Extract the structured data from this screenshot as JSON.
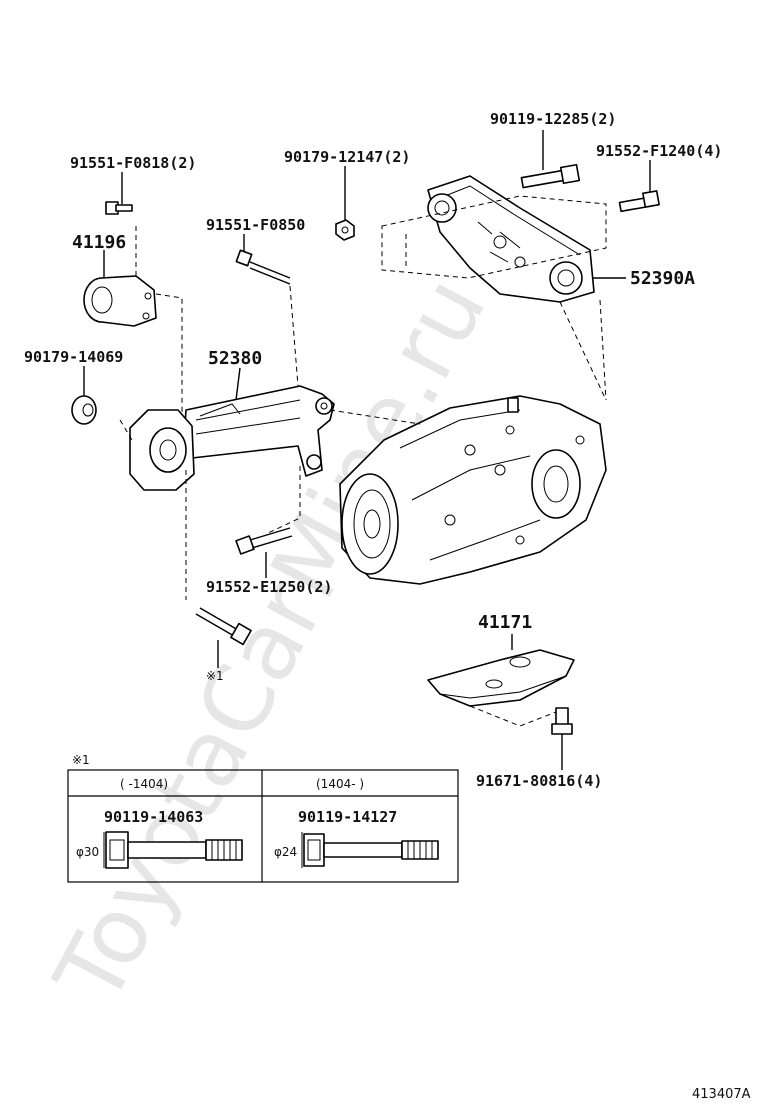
{
  "watermark": "ToyotaCarMine.ru",
  "diagram_id": "413407A",
  "callouts": {
    "p1": "91551-F0818(2)",
    "p2": "41196",
    "p3": "90179-14069",
    "p4": "90179-12147(2)",
    "p5": "91551-F0850",
    "p6": "52380",
    "p7": "90119-12285(2)",
    "p8": "91552-F1240(4)",
    "p9": "52390A",
    "p10": "91552-E1250(2)",
    "p11": "※1",
    "p12": "41171",
    "p13": "91671-80816(4)"
  },
  "note_table": {
    "note_mark": "※1",
    "col1_header": "(      -1404)",
    "col2_header": "(1404-      )",
    "col1_part": "90119-14063",
    "col2_part": "90119-14127",
    "col1_dim": "φ30",
    "col2_dim": "φ24"
  }
}
